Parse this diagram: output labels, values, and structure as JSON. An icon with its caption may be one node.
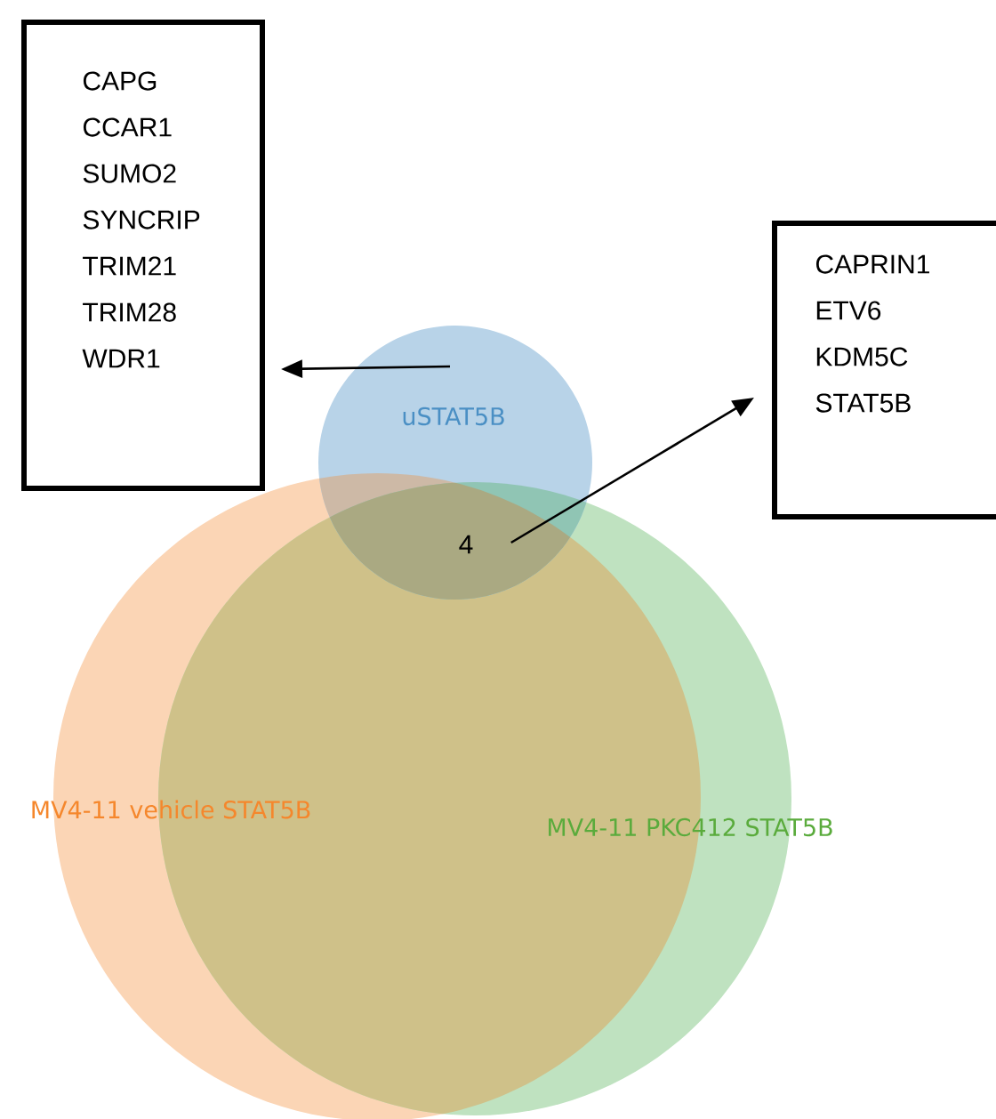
{
  "diagram": {
    "nodes": [
      {
        "text": [
          "CAPG",
          "CCAR1",
          "SUMO2",
          "SYNCRIP",
          "TRIM21",
          "TRIM28",
          "WDR1"
        ]
      },
      {
        "text": [
          "CAPRIN1",
          "ETV6",
          "KDM5C",
          "STAT5B"
        ]
      },
      {
        "text": [
          "uSTAT5B"
        ]
      },
      {
        "text": [
          "MV4-11 vehicle STAT5B"
        ]
      },
      {
        "text": [
          "MV4-11 PKC412 STAT5B"
        ]
      },
      {
        "text": [
          "4"
        ]
      }
    ],
    "edges": [
      {
        "from": 2,
        "to": 0,
        "arrow": "to"
      },
      {
        "from": 5,
        "to": 1,
        "arrow": "to"
      }
    ]
  }
}
